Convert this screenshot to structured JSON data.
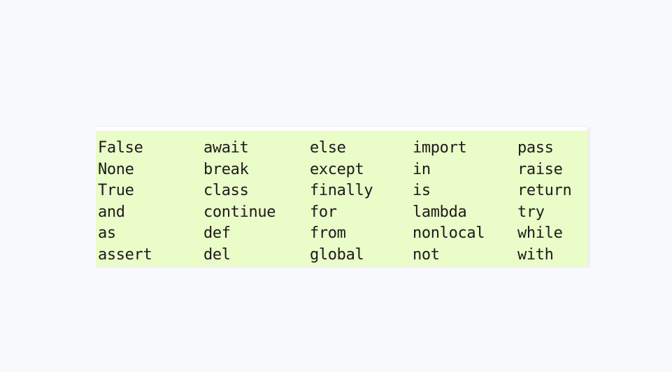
{
  "page": {
    "background_color": "#f8f9fd",
    "panel_background_color": "#eafcc8",
    "text_color": "#1b1b1b"
  },
  "keyword_table": {
    "type": "table",
    "columns": 5,
    "rows_count": 6,
    "rows": [
      [
        "False",
        "await",
        "else",
        "import",
        "pass"
      ],
      [
        "None",
        "break",
        "except",
        "in",
        "raise"
      ],
      [
        "True",
        "class",
        "finally",
        "is",
        "return"
      ],
      [
        "and",
        "continue",
        "for",
        "lambda",
        "try"
      ],
      [
        "as",
        "def",
        "from",
        "nonlocal",
        "while"
      ],
      [
        "assert",
        "del",
        "global",
        "not",
        "with"
      ]
    ]
  }
}
